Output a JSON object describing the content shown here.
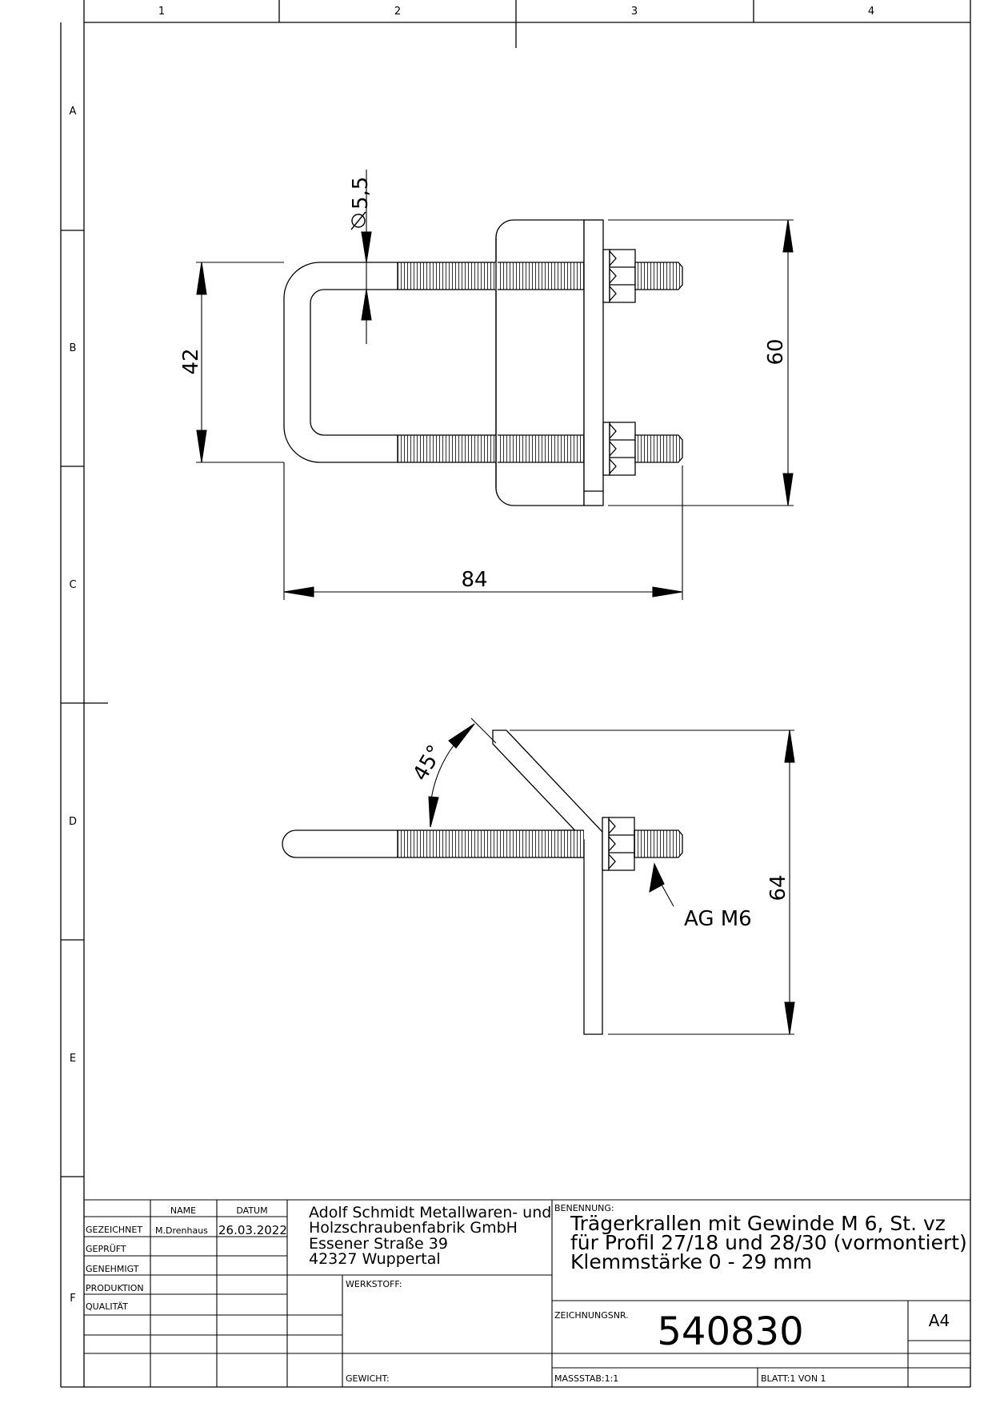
{
  "frame": {
    "columns": [
      "1",
      "2",
      "3",
      "4"
    ],
    "rows": [
      "A",
      "B",
      "C",
      "D",
      "E",
      "F"
    ]
  },
  "dimensions": {
    "hole_diameter": "5,5",
    "u_width": "42",
    "total_length": "84",
    "plate_height": "60",
    "angle": "45°",
    "side_height": "64",
    "thread_callout": "AG M6"
  },
  "title_block": {
    "col_name": "NAME",
    "col_date": "DATUM",
    "rows": [
      {
        "label": "GEZEICHNET",
        "name": "M.Drenhaus",
        "date": "26.03.2022"
      },
      {
        "label": "GEPRÜFT",
        "name": "",
        "date": ""
      },
      {
        "label": "GENEHMIGT",
        "name": "",
        "date": ""
      },
      {
        "label": "PRODUKTION",
        "name": "",
        "date": ""
      },
      {
        "label": "QUALITÄT",
        "name": "",
        "date": ""
      }
    ],
    "company_lines": [
      "Adolf Schmidt Metallwaren- und",
      "Holzschraubenfabrik GmbH",
      "Essener Straße 39",
      "42327 Wuppertal"
    ],
    "benennung_label": "BENENNUNG:",
    "title_lines": [
      "Trägerkrallen mit Gewinde M 6, St. vz",
      "für Profil 27/18 und 28/30 (vormontiert)",
      "Klemmstärke 0 - 29 mm"
    ],
    "werkstoff_label": "WERKSTOFF:",
    "gewicht_label": "GEWICHT:",
    "zeichnungsnr_label": "ZEICHNUNGSNR.",
    "drawing_number": "540830",
    "sheet_size": "A4",
    "scale": "MASSSTAB:1:1",
    "sheet": "BLATT:1 VON 1"
  }
}
